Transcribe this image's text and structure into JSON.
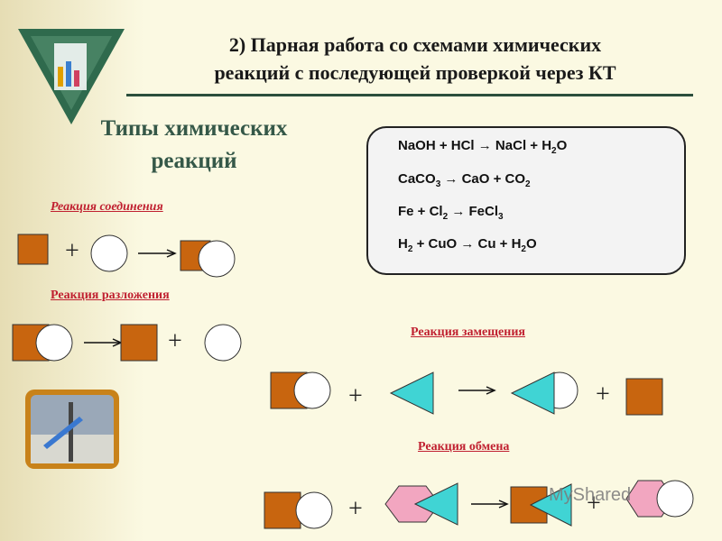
{
  "slide": {
    "title_line1": "2) Парная работа со схемами химических",
    "title_line2": "реакций с последующей проверкой через КТ",
    "types_line1": "Типы химических",
    "types_line2": "реакций"
  },
  "equations": [
    {
      "parts": [
        [
          "NaOH + HCl → NaCl + H",
          ""
        ],
        [
          "2",
          "sub"
        ],
        [
          "O",
          ""
        ]
      ]
    },
    {
      "parts": [
        [
          "CaCO",
          ""
        ],
        [
          "3",
          "sub"
        ],
        [
          " → CaO + CO",
          ""
        ],
        [
          "2",
          "sub"
        ]
      ]
    },
    {
      "parts": [
        [
          "Fe + Cl",
          ""
        ],
        [
          "2",
          "sub"
        ],
        [
          " → FeCl",
          ""
        ],
        [
          "3",
          "sub"
        ]
      ]
    },
    {
      "parts": [
        [
          "H",
          ""
        ],
        [
          "2",
          "sub"
        ],
        [
          " + CuO → Cu + H",
          ""
        ],
        [
          "2",
          "sub"
        ],
        [
          "O",
          ""
        ]
      ]
    }
  ],
  "reactions": {
    "combination": "Реакция соединения",
    "decomposition": "Реакция разложения",
    "substitution": "Реакция замещения",
    "exchange": "Реакция обмена"
  },
  "symbols": {
    "plus": "+"
  },
  "watermark": "MyShared",
  "colors": {
    "square": "#c8650f",
    "triangle": "#40d4d4",
    "hexagon": "#f2a6c0",
    "title_rule": "#2b4f3c",
    "label": "#c02030",
    "emblem": "#2f6a4d"
  },
  "icons": {
    "arrow": "arrow-right-icon",
    "emblem": "flask-emblem"
  }
}
